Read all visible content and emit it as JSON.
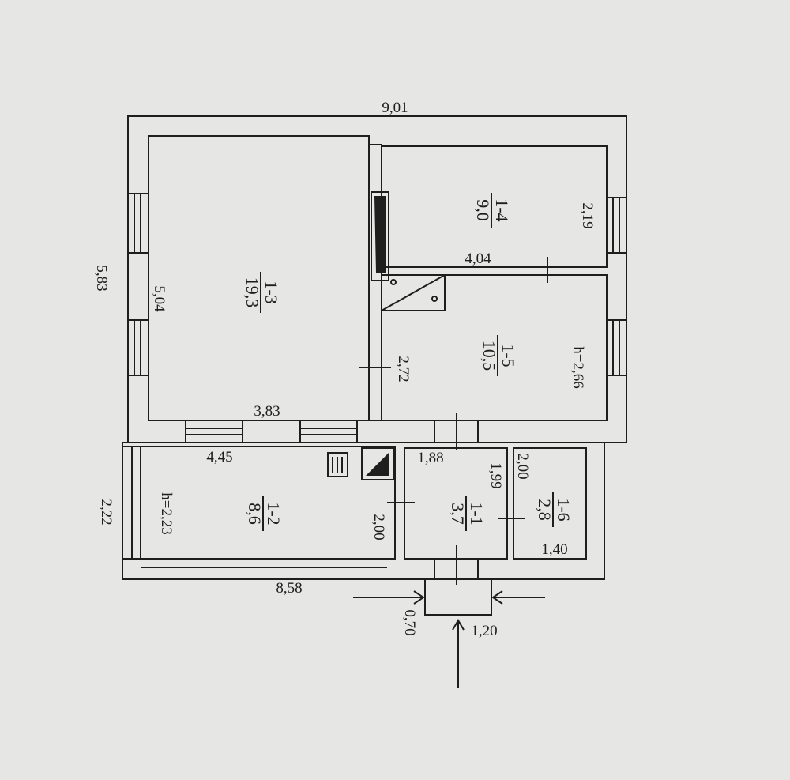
{
  "rooms": [
    {
      "id": "1-3",
      "area": "19,3"
    },
    {
      "id": "1-4",
      "area": "9,0"
    },
    {
      "id": "1-5",
      "area": "10,5"
    },
    {
      "id": "1-2",
      "area": "8,6"
    },
    {
      "id": "1-1",
      "area": "3,7"
    },
    {
      "id": "1-6",
      "area": "2,8"
    }
  ],
  "dimensions": {
    "top_overall": "9,01",
    "left_upper": "5,83",
    "room13_height": "5,04",
    "room13_width": "3,83",
    "room14_height": "2,19",
    "room14_width": "4,04",
    "room15_door": "2,72",
    "room15_ceiling": "h=2,66",
    "room12_width": "4,45",
    "room12_ceiling": "h=2,23",
    "left_lower": "2,22",
    "room12_door": "2,00",
    "room11_width": "1,88",
    "room11_height": "1,99",
    "room16_height": "2,00",
    "room16_width": "1,40",
    "bottom_overall": "8,58",
    "porch_depth": "0,70",
    "porch_width": "1,20"
  }
}
